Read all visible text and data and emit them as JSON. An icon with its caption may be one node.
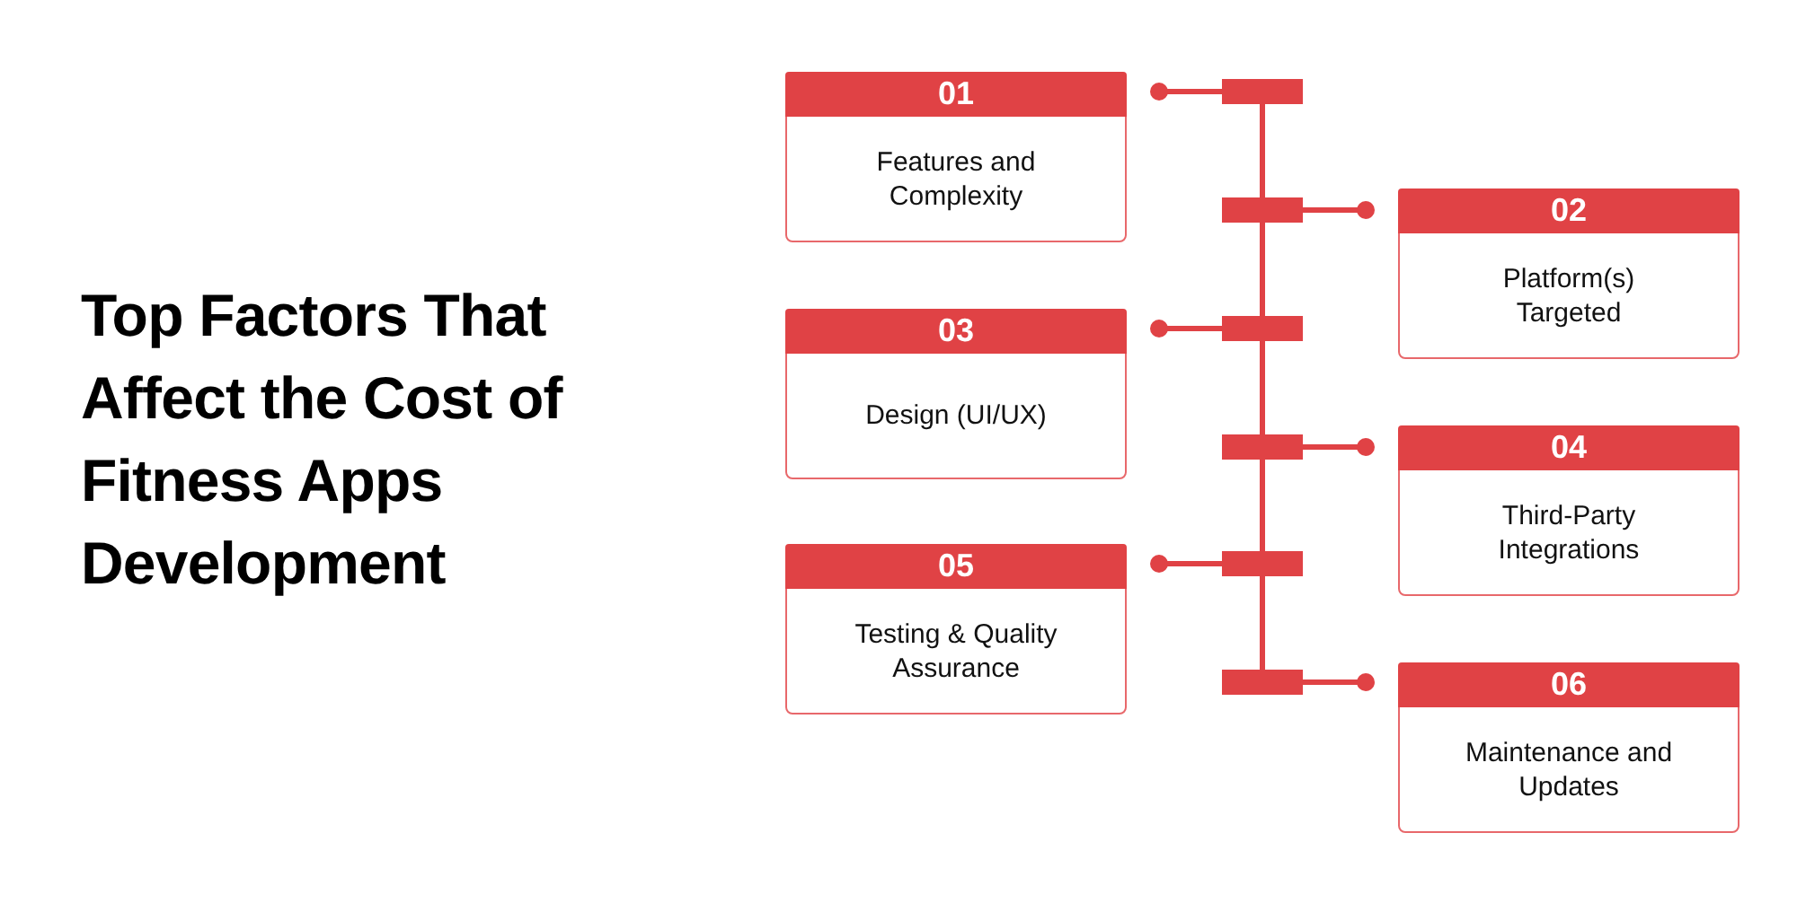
{
  "diagram": {
    "title": "Top Factors That Affect the Cost of Fitness Apps Development",
    "nodes": [
      {
        "text": [
          "01",
          "Features and Complexity"
        ]
      },
      {
        "text": [
          "02",
          "Platform(s) Targeted"
        ]
      },
      {
        "text": [
          "03",
          "Design (UI/UX)"
        ]
      },
      {
        "text": [
          "04",
          "Third-Party Integrations"
        ]
      },
      {
        "text": [
          "05",
          "Testing & Quality Assurance"
        ]
      },
      {
        "text": [
          "06",
          "Maintenance and Updates"
        ]
      },
      {
        "text": [],
        "shape": "bar"
      },
      {
        "text": [],
        "shape": "bar"
      },
      {
        "text": [],
        "shape": "bar"
      },
      {
        "text": [],
        "shape": "bar"
      },
      {
        "text": [],
        "shape": "bar"
      },
      {
        "text": [],
        "shape": "bar"
      }
    ],
    "edges": [
      {
        "from": 6,
        "to": 0,
        "arrow": "other"
      },
      {
        "from": 7,
        "to": 1,
        "arrow": "other"
      },
      {
        "from": 8,
        "to": 2,
        "arrow": "other"
      },
      {
        "from": 9,
        "to": 3,
        "arrow": "other"
      },
      {
        "from": 10,
        "to": 4,
        "arrow": "other"
      },
      {
        "from": 11,
        "to": 5,
        "arrow": "other"
      },
      {
        "from": 6,
        "to": 7,
        "arrow": "none"
      },
      {
        "from": 7,
        "to": 8,
        "arrow": "none"
      },
      {
        "from": 8,
        "to": 9,
        "arrow": "none"
      },
      {
        "from": 9,
        "to": 10,
        "arrow": "none"
      },
      {
        "from": 10,
        "to": 11,
        "arrow": "none"
      }
    ]
  }
}
